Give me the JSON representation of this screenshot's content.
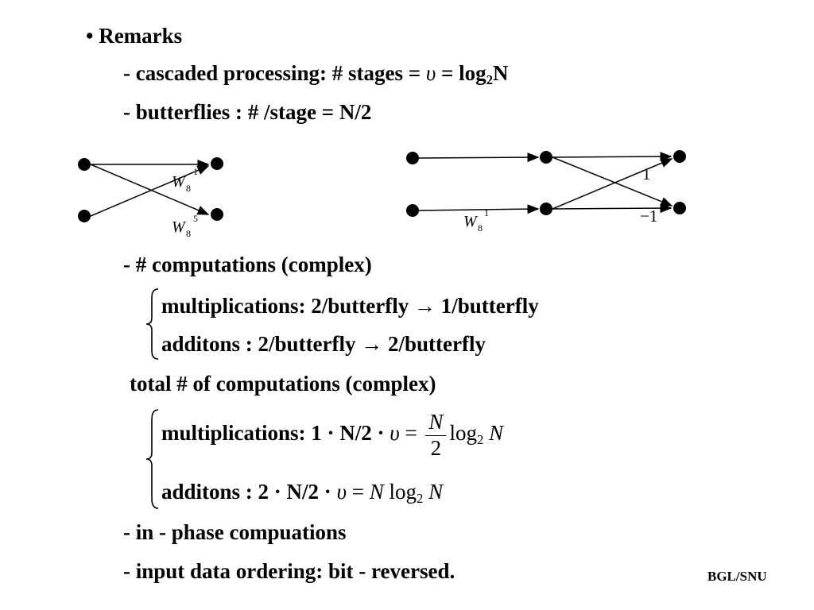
{
  "remarks": {
    "bullet": "•",
    "title": "Remarks",
    "cascaded_label": "- cascaded processing:",
    "cascaded_expr_a": "# stages = ",
    "cascaded_upsilon": "υ",
    "cascaded_expr_b": " = log",
    "cascaded_sub": "2",
    "cascaded_expr_c": "N",
    "butterflies": "- butterflies :  # /stage = N/2"
  },
  "diagram_left": {
    "top_weight": "W",
    "top_sub": "8",
    "top_sup": "1",
    "bottom_weight": "W",
    "bottom_sub": "8",
    "bottom_sup": "5"
  },
  "diagram_right": {
    "input_weight": "W",
    "input_sub": "8",
    "input_sup": "1",
    "top_coef": "1",
    "bottom_coef": "−1"
  },
  "computations": {
    "header": "- # computations (complex)",
    "mult_line": "multiplications: 2/butterfly → 1/butterfly",
    "add_line": "additons : 2/butterfly → 2/butterfly"
  },
  "totals": {
    "header": "total # of computations (complex)",
    "mult_label": "multiplications: 1 · N/2 · ",
    "mult_upsilon": "υ",
    "mult_eq": " = ",
    "frac_num": "N",
    "frac_den": "2",
    "mult_log": "log",
    "mult_log_sub": "2",
    "mult_log_var": " N",
    "add_label": "additons : 2 · N/2 · ",
    "add_upsilon": "υ",
    "add_eq": " = ",
    "add_var": "N",
    "add_log": " log",
    "add_log_sub": "2",
    "add_log_var": " N"
  },
  "notes": {
    "inphase": "- in - phase compuations",
    "ordering": "- input data ordering: bit - reversed."
  },
  "footer": "BGL/SNU"
}
